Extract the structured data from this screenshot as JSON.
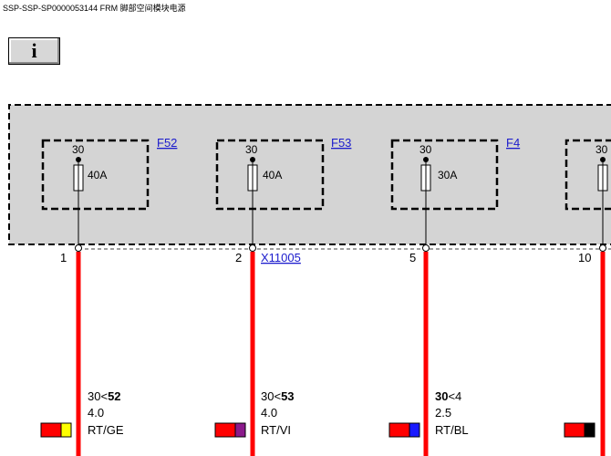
{
  "header": {
    "title": "SSP-SSP-SP0000053144 FRM 脚部空间模块电源"
  },
  "info_button": {
    "icon": "info-icon",
    "label": "i"
  },
  "connector": {
    "name": "X11005"
  },
  "fuses": [
    {
      "id": "F52",
      "terminal": "30",
      "rating": "40A"
    },
    {
      "id": "F53",
      "terminal": "30",
      "rating": "40A"
    },
    {
      "id": "F4",
      "terminal": "30",
      "rating": "30A"
    },
    {
      "id": "",
      "terminal": "30",
      "rating": ""
    }
  ],
  "wires": [
    {
      "pin": "1",
      "signal_prefix": "30<",
      "signal_suffix": "52",
      "size": "4.0",
      "color_code": "RT/GE",
      "primary_color": "#ff0000",
      "secondary_color": "#ffff00"
    },
    {
      "pin": "2",
      "signal_prefix": "30<",
      "signal_suffix": "53",
      "size": "4.0",
      "color_code": "RT/VI",
      "primary_color": "#ff0000",
      "secondary_color": "#8b1a8b"
    },
    {
      "pin": "5",
      "signal_prefix": "30",
      "signal_suffix": "<4",
      "size": "2.5",
      "color_code": "RT/BL",
      "primary_color": "#ff0000",
      "secondary_color": "#1a1aff"
    },
    {
      "pin": "10",
      "signal_prefix": "",
      "signal_suffix": "",
      "size": "",
      "color_code": "",
      "primary_color": "#ff0000",
      "secondary_color": "#000000"
    }
  ],
  "colors": {
    "module_fill": "#d4d4d4",
    "wire": "#ff0000",
    "link": "#1a1acc"
  }
}
